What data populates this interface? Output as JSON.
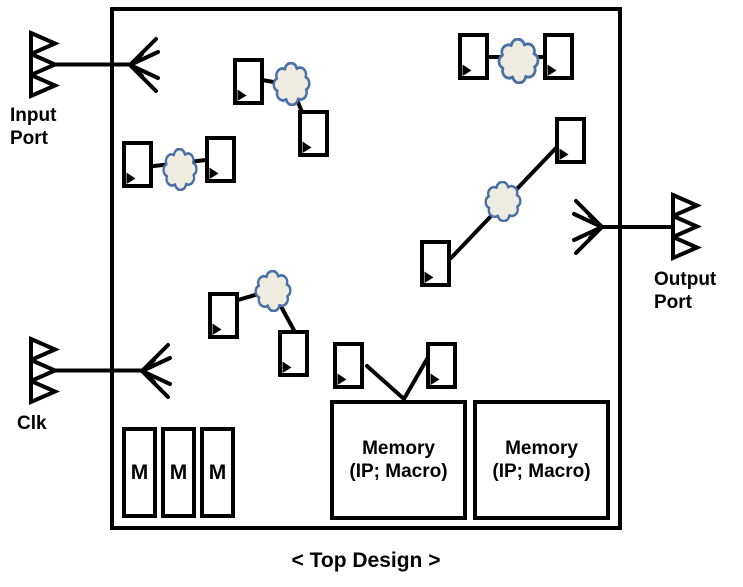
{
  "colors": {
    "stroke": "#000000",
    "cloud_fill": "#eeece1",
    "cloud_stroke": "#4a6fa5",
    "background": "#ffffff"
  },
  "ports": {
    "input": {
      "label": "Input\nPort"
    },
    "clk": {
      "label": "Clk"
    },
    "output": {
      "label": "Output\nPort"
    }
  },
  "top_design": {
    "caption": "< Top Design >",
    "m_blocks": [
      {
        "label": "M"
      },
      {
        "label": "M"
      },
      {
        "label": "M"
      }
    ],
    "memories": [
      {
        "label": "Memory\n(IP; Macro)"
      },
      {
        "label": "Memory\n(IP; Macro)"
      }
    ],
    "flip_flop_count": 12,
    "logic_cloud_count": 5
  }
}
